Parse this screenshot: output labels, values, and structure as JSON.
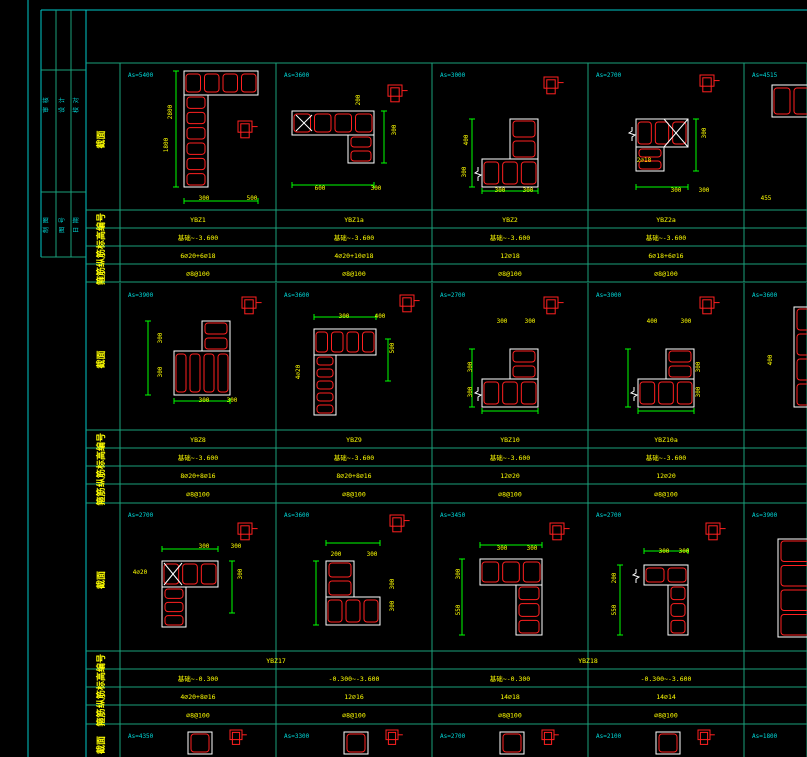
{
  "colors": {
    "background": "#000000",
    "grid": "#1aa07a",
    "frame": "#00c8c8",
    "outline": "#ffffff",
    "rebar": "#ff2020",
    "dimension": "#00ff00",
    "text_yellow": "#ffff00",
    "text_cyan": "#00d8d8"
  },
  "row_headers": {
    "section": "截面",
    "number": "编号",
    "elevation": "标高",
    "longitudinal": "纵筋",
    "stirrup": "箍筋"
  },
  "columns": [
    {
      "as_labels": [
        "As=5400",
        "As=3900",
        "As=2700",
        "As=4350"
      ],
      "shapes": [
        "L-tall",
        "T",
        "L-small",
        "L-bottom"
      ]
    },
    {
      "as_labels": [
        "As=3600",
        "As=3600",
        "As=3600",
        "As=3300"
      ],
      "shapes": [
        "L-wide",
        "L-corner",
        "L-notch",
        "L-bottom"
      ]
    },
    {
      "as_labels": [
        "As=3000",
        "As=2700",
        "As=3450",
        "As=2700"
      ],
      "shapes": [
        "L-step",
        "L-step-low",
        "L-long",
        "L-bottom"
      ]
    },
    {
      "as_labels": [
        "As=2700",
        "As=3000",
        "As=2700",
        "As=2100"
      ],
      "shapes": [
        "L-cross",
        "L-step-low",
        "L-long-thin",
        "L-bottom"
      ]
    },
    {
      "as_labels": [
        "As=4515",
        "As=3600",
        "As=3900",
        "As=1800"
      ],
      "shapes": [
        "edge",
        "edge",
        "edge",
        "edge"
      ]
    }
  ],
  "blocks": [
    {
      "numbers": [
        "YBZ1",
        "YBZ1a",
        "YBZ2",
        "YBZ2a",
        ""
      ],
      "elevations": [
        "基础~-3.600",
        "基础~-3.600",
        "基础~-3.600",
        "基础~-3.600",
        ""
      ],
      "longitudinal": [
        "6⌀20+6⌀18",
        "4⌀20+10⌀18",
        "12⌀18",
        "6⌀18+6⌀16",
        ""
      ],
      "stirrups": [
        "⌀8@100",
        "⌀8@100",
        "⌀8@100",
        "⌀8@100",
        ""
      ]
    },
    {
      "numbers": [
        "YBZ8",
        "YBZ9",
        "YBZ10",
        "YBZ10a",
        ""
      ],
      "elevations": [
        "基础~-3.600",
        "基础~-3.600",
        "基础~-3.600",
        "基础~-3.600",
        ""
      ],
      "longitudinal": [
        "8⌀20+8⌀16",
        "8⌀20+8⌀16",
        "12⌀20",
        "12⌀20",
        ""
      ],
      "stirrups": [
        "⌀8@100",
        "⌀8@100",
        "⌀8@100",
        "⌀8@100",
        ""
      ]
    },
    {
      "numbers": [
        "YBZ17",
        "YBZ18"
      ],
      "elevations": [
        "基础~-0.300",
        "-0.300~-3.600",
        "基础~-0.300",
        "-0.300~-3.600",
        ""
      ],
      "longitudinal": [
        "4⌀20+8⌀16",
        "12⌀16",
        "14⌀18",
        "14⌀14",
        ""
      ],
      "stirrups": [
        "⌀8@100",
        "⌀8@100",
        "⌀8@100",
        "⌀8@100",
        ""
      ]
    }
  ],
  "dimension_labels": {
    "block1": [
      [
        "300",
        "500",
        "2800",
        "1800"
      ],
      [
        "600",
        "300",
        "300",
        "200"
      ],
      [
        "300",
        "300",
        "400",
        "300"
      ],
      [
        "300",
        "300",
        "2⌀18",
        "300"
      ],
      [
        "455"
      ]
    ],
    "block2": [
      [
        "300",
        "300",
        "300",
        "300"
      ],
      [
        "300",
        "400",
        "500",
        "4⌀20"
      ],
      [
        "300",
        "300",
        "300",
        "300"
      ],
      [
        "400",
        "300",
        "300",
        "300"
      ],
      [
        "400"
      ]
    ],
    "block3": [
      [
        "300",
        "300",
        "300",
        "4⌀20"
      ],
      [
        "200",
        "300",
        "300",
        "300"
      ],
      [
        "300",
        "300",
        "300",
        "550"
      ],
      [
        "300",
        "300",
        "200",
        "550"
      ],
      [
        ""
      ]
    ]
  },
  "title_block": {
    "labels": [
      "审 核",
      "设 计",
      "校 对",
      "制 图",
      "图 号",
      "日 期"
    ]
  }
}
